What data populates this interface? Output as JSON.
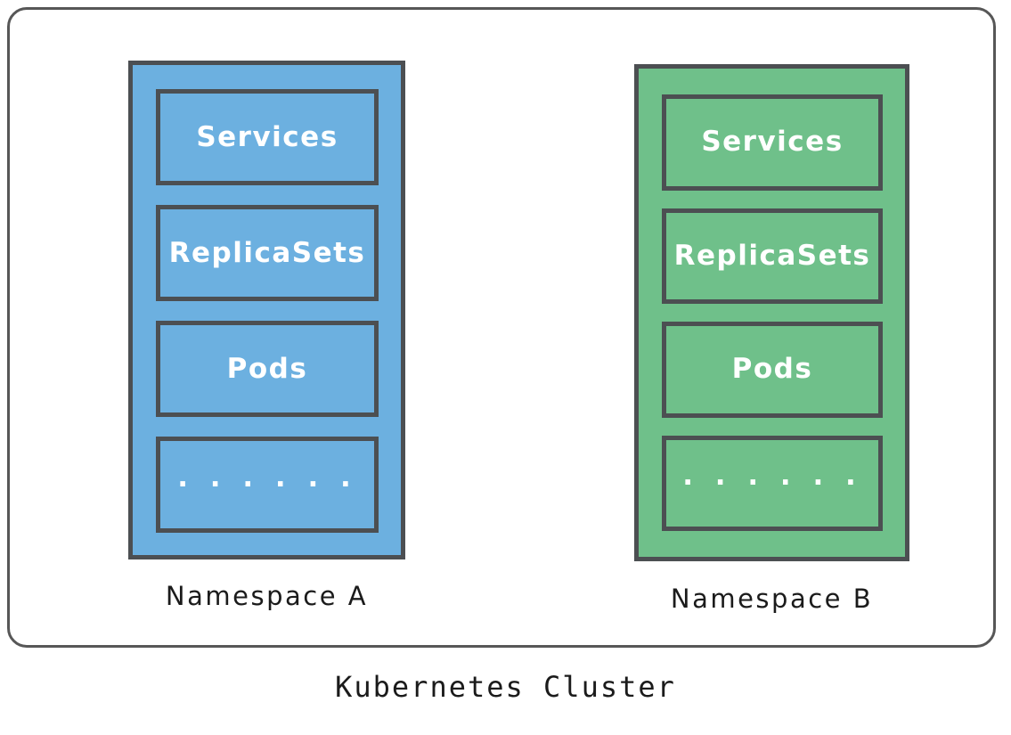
{
  "diagram": {
    "title": "Kubernetes Cluster",
    "cluster": {
      "border_color": "#575757",
      "background": "#ffffff"
    },
    "namespaces": [
      {
        "id": "namespace-a",
        "caption": "Namespace A",
        "fill_color": "#6cb0e0",
        "border_color": "#4c4f52",
        "text_color": "#ffffff",
        "resources": [
          {
            "label": "Services"
          },
          {
            "label": "ReplicaSets"
          },
          {
            "label": "Pods"
          },
          {
            "label": "· · · · · ·"
          }
        ]
      },
      {
        "id": "namespace-b",
        "caption": "Namespace B",
        "fill_color": "#6fc08a",
        "border_color": "#4c4f52",
        "text_color": "#ffffff",
        "resources": [
          {
            "label": "Services"
          },
          {
            "label": "ReplicaSets"
          },
          {
            "label": "Pods"
          },
          {
            "label": "· · · · · ·"
          }
        ]
      }
    ]
  }
}
